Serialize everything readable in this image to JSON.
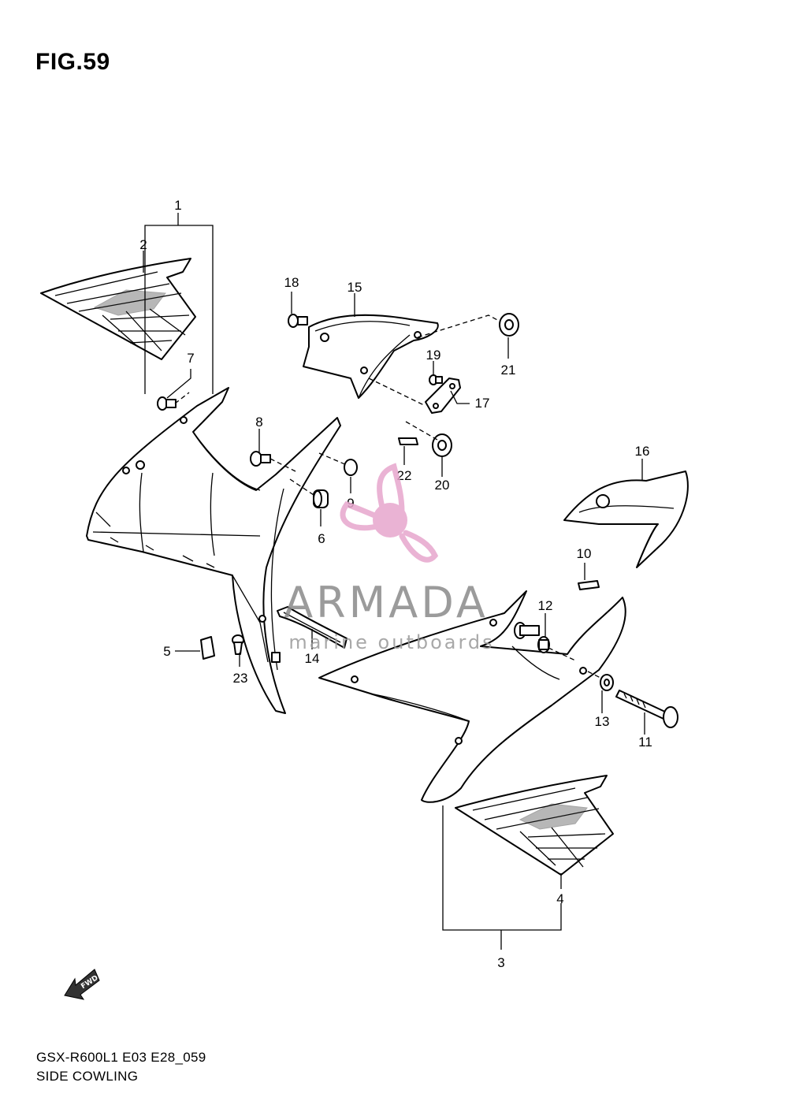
{
  "figure": {
    "title": "FIG.59",
    "model_code": "GSX-R600L1 E03 E28_059",
    "section_name": "SIDE COWLING"
  },
  "callouts": [
    "1",
    "2",
    "3",
    "4",
    "5",
    "6",
    "7",
    "8",
    "9",
    "10",
    "11",
    "12",
    "13",
    "14",
    "15",
    "16",
    "17",
    "18",
    "19",
    "20",
    "21",
    "22",
    "23"
  ],
  "watermark": {
    "brand": "ARMADA",
    "tagline": "marine outboards",
    "logo_color": "#e7a6cd"
  },
  "direction_marker": {
    "label": "FWD"
  }
}
